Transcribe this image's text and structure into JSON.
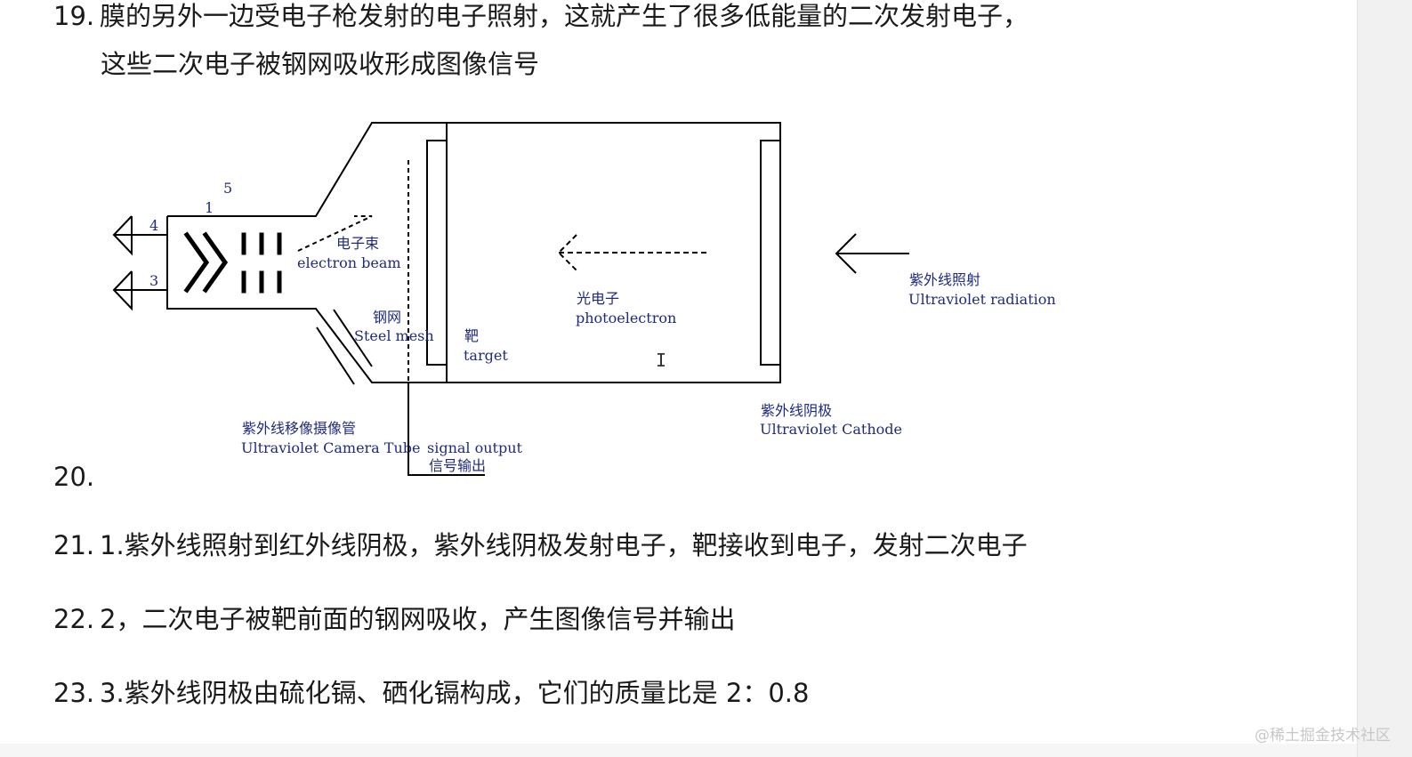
{
  "document": {
    "items": [
      {
        "num": "19.",
        "text": "膜的另外一边受电子枪发射的电子照射，这就产生了很多低能量的二次发射电子，",
        "cont": "这些二次电子被钢网吸收形成图像信号"
      },
      {
        "num": "20.",
        "text": ""
      },
      {
        "num": "21.",
        "text": "1.紫外线照射到红外线阴极，紫外线阴极发射电子，靶接收到电子，发射二次电子"
      },
      {
        "num": "22.",
        "text": "2，二次电子被靶前面的钢网吸收，产生图像信号并输出"
      },
      {
        "num": "23.",
        "text": "3.紫外线阴极由硫化镉、硒化镉构成，它们的质量比是 2：0.8"
      }
    ]
  },
  "diagram": {
    "labels": {
      "n5": "5",
      "n1": "1",
      "n4": "4",
      "n3": "3",
      "beam_cn": "电子束",
      "beam_en": "electron beam",
      "mesh_cn": "钢网",
      "mesh_en": "Steel mesh",
      "target_cn": "靶",
      "target_en": "target",
      "photo_cn": "光电子",
      "photo_en": "photoelectron",
      "uv_cn": "紫外线照射",
      "uv_en": "Ultraviolet radiation",
      "tube_cn": "紫外线移像摄像管",
      "tube_en": "Ultraviolet Camera Tube",
      "signal_en": "signal output",
      "signal_cn": "信号输出",
      "cathode_cn": "紫外线阴极",
      "cathode_en": "Ultraviolet Cathode"
    },
    "colors": {
      "line": "#000000",
      "label": "#1f2a80"
    }
  },
  "watermark": "@稀土掘金技术社区",
  "icons": {
    "cursor": "text-cursor-icon"
  }
}
